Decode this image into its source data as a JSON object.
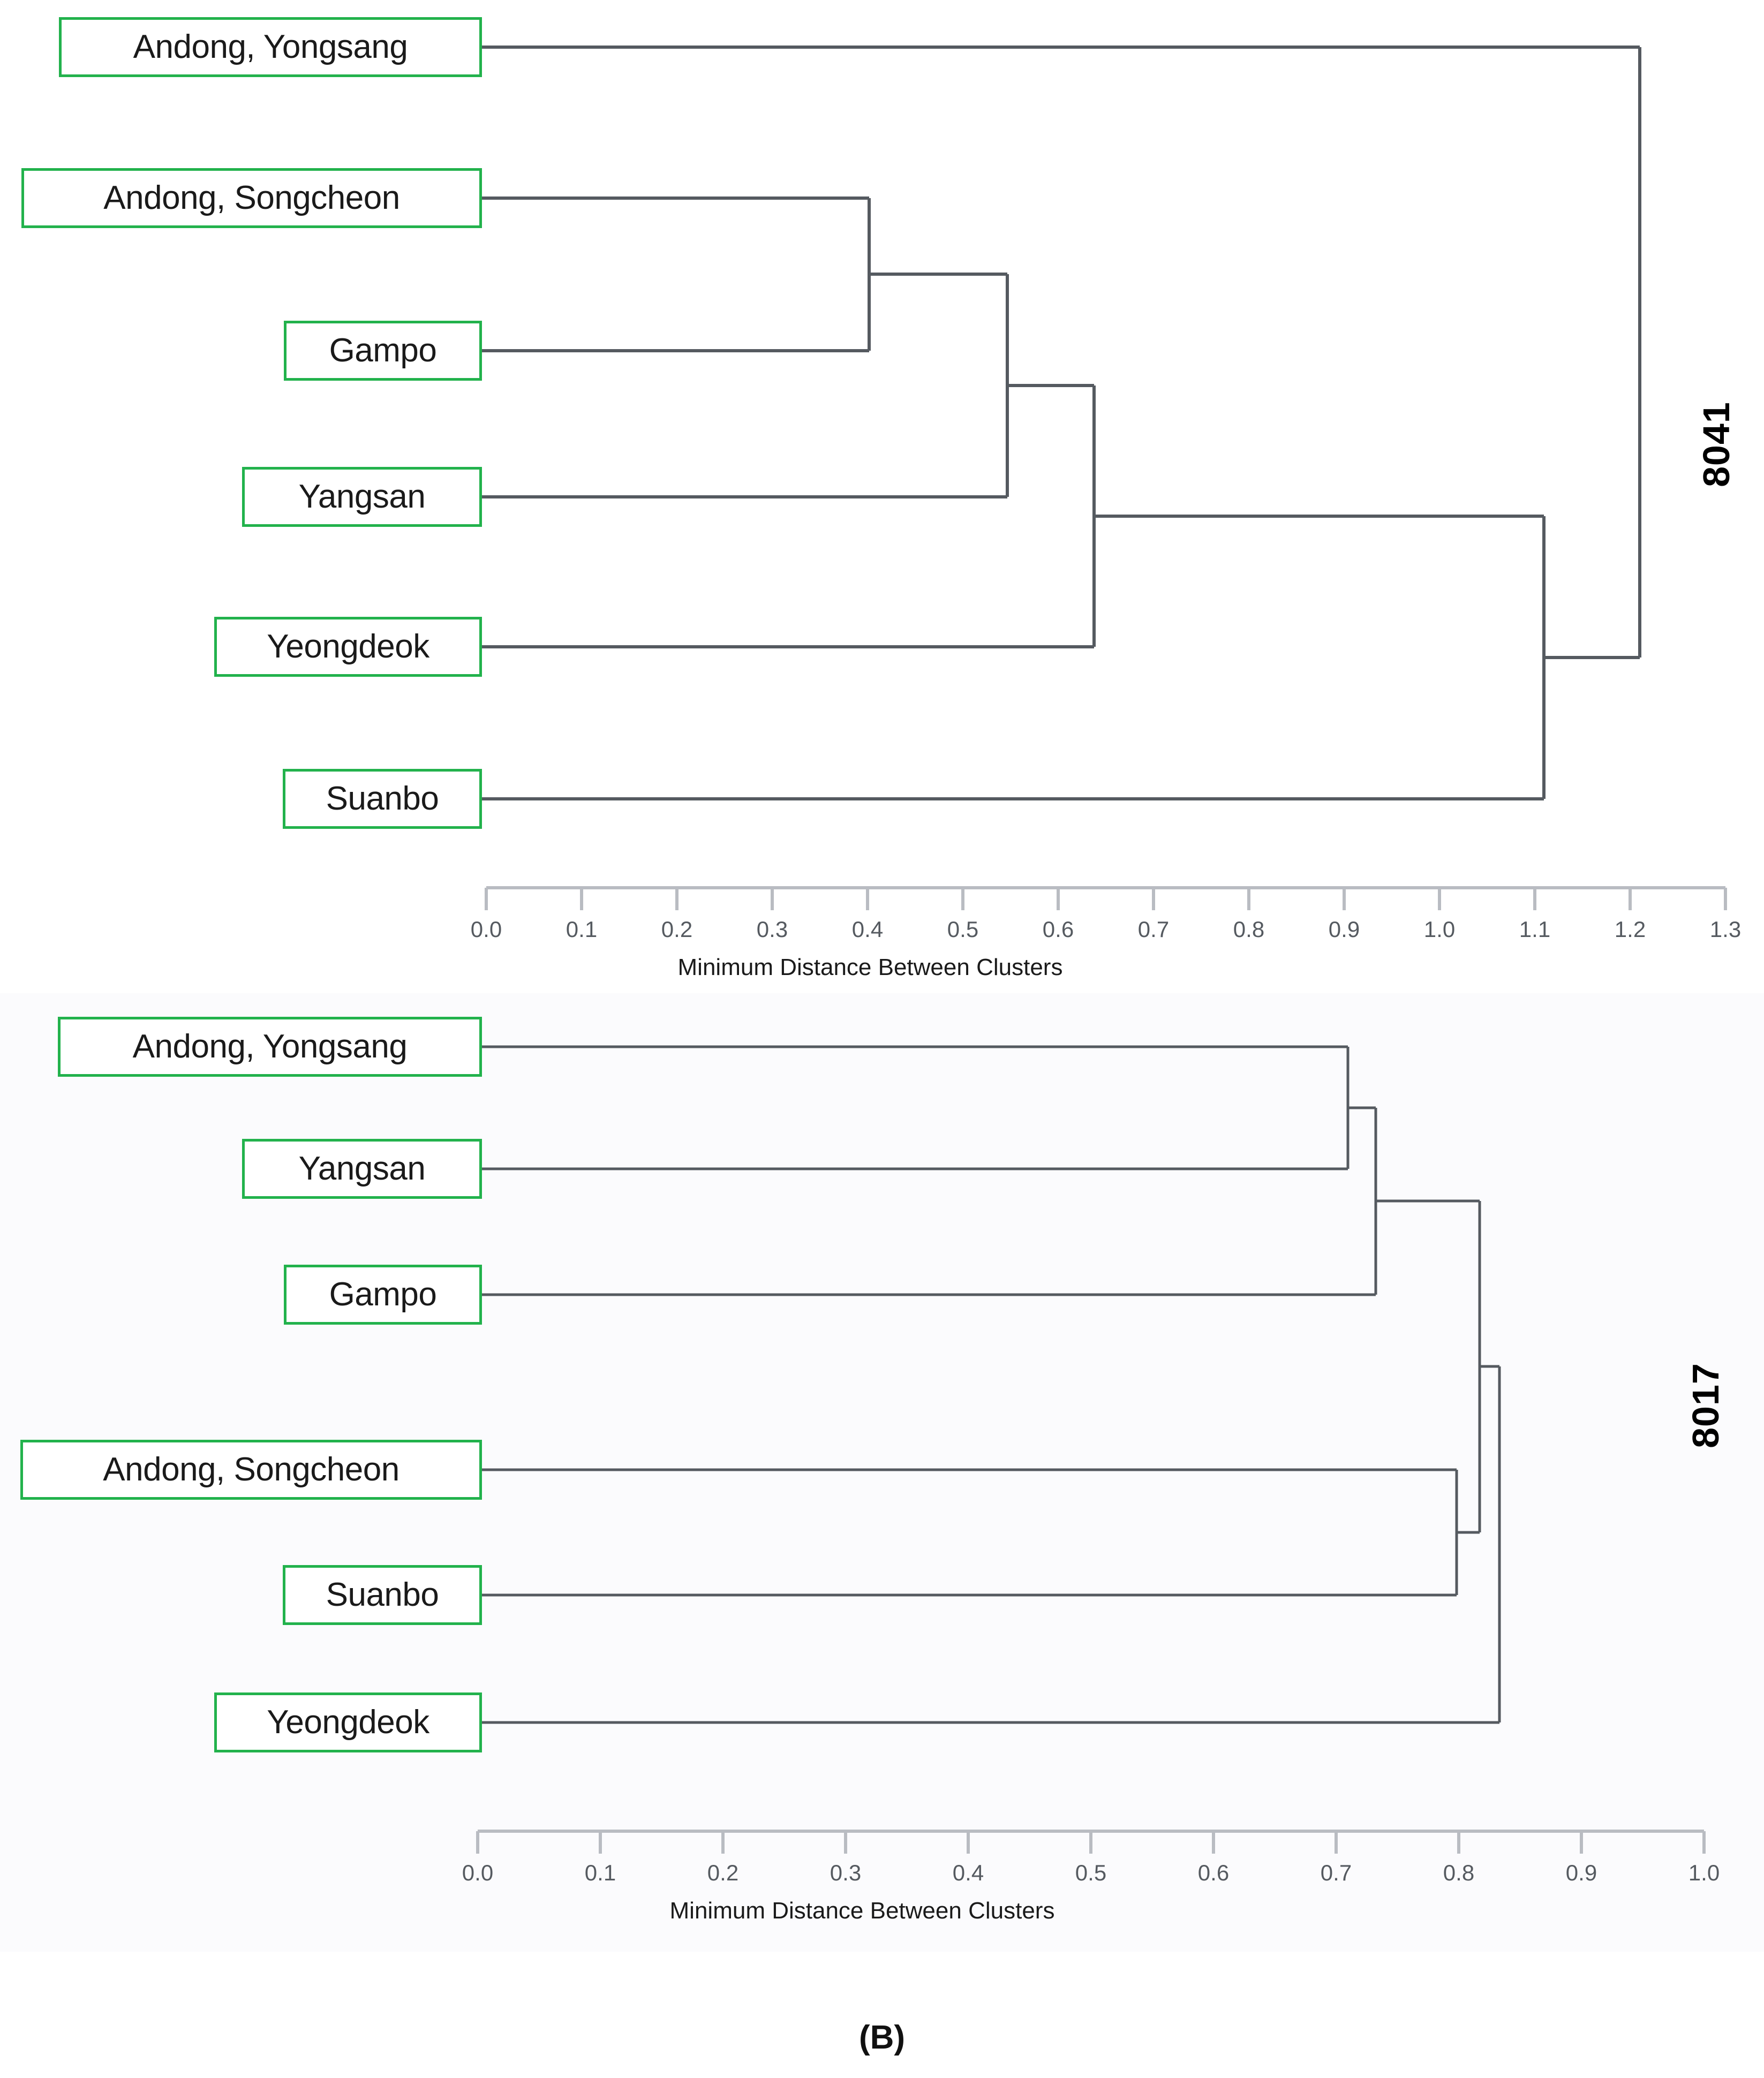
{
  "figure": {
    "label": "(B)"
  },
  "panels": [
    {
      "id": "panel-a",
      "tag": "8041",
      "axis": {
        "caption": "Minimum Distance Between Clusters",
        "ticks": [
          "0.0",
          "0.1",
          "0.2",
          "0.3",
          "0.4",
          "0.5",
          "0.6",
          "0.7",
          "0.8",
          "0.9",
          "1.0",
          "1.1",
          "1.2",
          "1.3"
        ],
        "min": 0.0,
        "max": 1.3
      },
      "leaves": [
        {
          "label": "Andong, Yongsang"
        },
        {
          "label": "Andong, Songcheon"
        },
        {
          "label": "Gampo"
        },
        {
          "label": "Yangsan"
        },
        {
          "label": "Yeongdeok"
        },
        {
          "label": "Suanbo"
        }
      ]
    },
    {
      "id": "panel-b",
      "tag": "8017",
      "axis": {
        "caption": "Minimum Distance Between Clusters",
        "ticks": [
          "0.0",
          "0.1",
          "0.2",
          "0.3",
          "0.4",
          "0.5",
          "0.6",
          "0.7",
          "0.8",
          "0.9",
          "1.0"
        ],
        "min": 0.0,
        "max": 1.0
      },
      "leaves": [
        {
          "label": "Andong, Yongsang"
        },
        {
          "label": "Yangsan"
        },
        {
          "label": "Gampo"
        },
        {
          "label": "Andong, Songcheon"
        },
        {
          "label": "Suanbo"
        },
        {
          "label": "Yeongdeok"
        }
      ]
    }
  ],
  "chart_data": [
    {
      "type": "dendrogram",
      "title": "8041",
      "xlabel": "Minimum Distance Between Clusters",
      "ylabel": "",
      "xlim": [
        0.0,
        1.3
      ],
      "xticks": [
        0.0,
        0.1,
        0.2,
        0.3,
        0.4,
        0.5,
        0.6,
        0.7,
        0.8,
        0.9,
        1.0,
        1.1,
        1.2,
        1.3
      ],
      "grid": false,
      "legend": "none",
      "orientation": "left-to-right",
      "leaf_order": [
        "Andong, Yongsang",
        "Andong, Songcheon",
        "Gampo",
        "Yangsan",
        "Yeongdeok",
        "Suanbo"
      ],
      "merges": [
        {
          "id": "m1",
          "children": [
            "Andong, Songcheon",
            "Gampo"
          ],
          "distance": 0.4
        },
        {
          "id": "m2",
          "children": [
            "m1",
            "Yangsan"
          ],
          "distance": 0.55
        },
        {
          "id": "m3",
          "children": [
            "m2",
            "Yeongdeok"
          ],
          "distance": 0.64
        },
        {
          "id": "m4",
          "children": [
            "m3",
            "Suanbo"
          ],
          "distance": 1.11
        },
        {
          "id": "m5",
          "children": [
            "Andong, Yongsang",
            "m4"
          ],
          "distance": 1.21
        }
      ]
    },
    {
      "type": "dendrogram",
      "title": "8017",
      "xlabel": "Minimum Distance Between Clusters",
      "ylabel": "",
      "xlim": [
        0.0,
        1.0
      ],
      "xticks": [
        0.0,
        0.1,
        0.2,
        0.3,
        0.4,
        0.5,
        0.6,
        0.7,
        0.8,
        0.9,
        1.0
      ],
      "grid": false,
      "legend": "none",
      "orientation": "left-to-right",
      "leaf_order": [
        "Andong, Yongsang",
        "Yangsan",
        "Gampo",
        "Andong, Songcheon",
        "Suanbo",
        "Yeongdeok"
      ],
      "merges": [
        {
          "id": "n1",
          "children": [
            "Andong, Yongsang",
            "Yangsan"
          ],
          "distance": 0.735
        },
        {
          "id": "n2",
          "children": [
            "n1",
            "Gampo"
          ],
          "distance": 0.78
        },
        {
          "id": "n3",
          "children": [
            "Andong, Songcheon",
            "Suanbo"
          ],
          "distance": 0.92
        },
        {
          "id": "n4",
          "children": [
            "n2",
            "n3"
          ],
          "distance": 0.925
        },
        {
          "id": "n5",
          "children": [
            "n4",
            "Yeongdeok"
          ],
          "distance": 0.945
        }
      ]
    }
  ]
}
